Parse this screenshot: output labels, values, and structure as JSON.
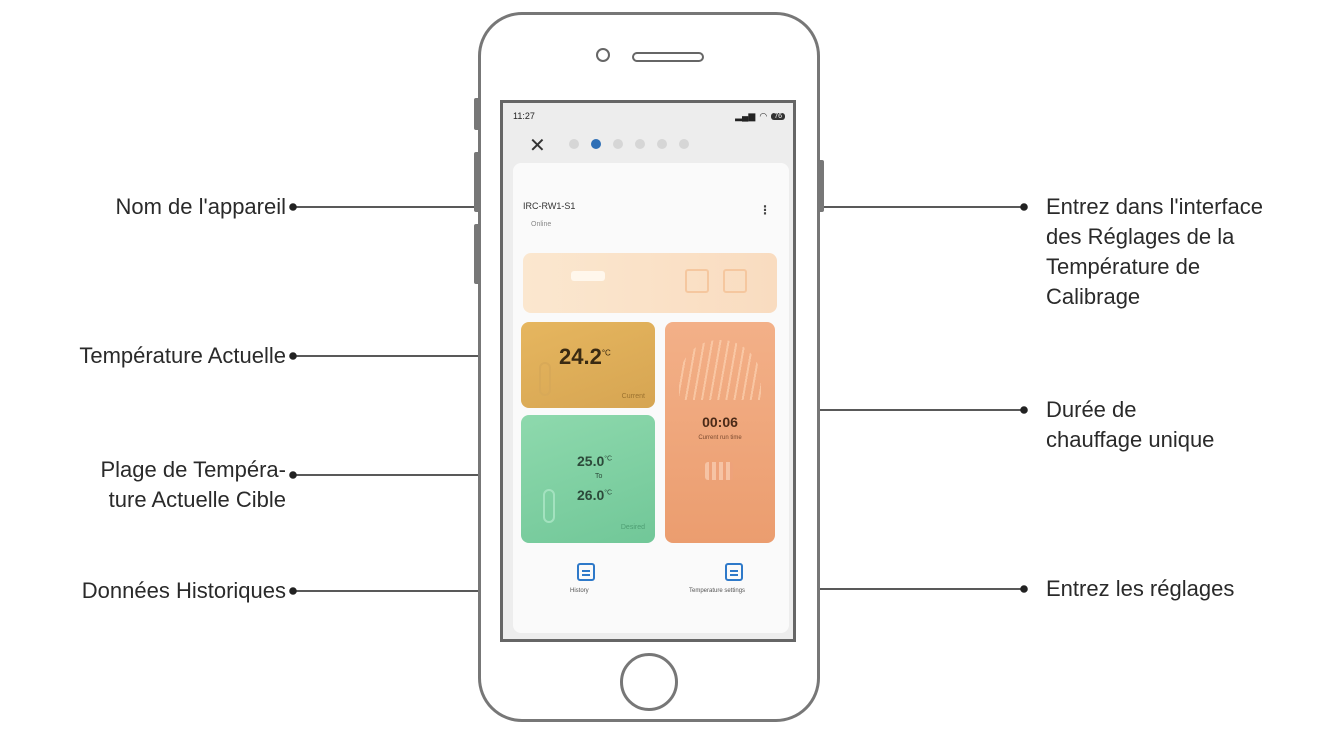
{
  "phone": {
    "status_time": "11:27",
    "battery": "76",
    "close_icon": "close-icon",
    "device_name": "IRC-RW1-S1",
    "device_status": "Online",
    "current_temp": "24.2",
    "current_unit": "°C",
    "current_label": "Current",
    "target_low": "25.0",
    "target_sep": "To",
    "target_high": "26.0",
    "target_unit": "°C",
    "target_label": "Desired",
    "run_time": "00:06",
    "run_time_label": "Current run time",
    "history_label": "History",
    "settings_label": "Temperature settings"
  },
  "callouts": {
    "device_name": "Nom de l'appareil",
    "current_temp": "Température Actuelle",
    "target_range_l1": "Plage de Tempéra-",
    "target_range_l2": "ture Actuelle Cible",
    "history": "Données Historiques",
    "calibration_l1": "Entrez dans l'interface",
    "calibration_l2": "des Réglages de la",
    "calibration_l3": "Température de",
    "calibration_l4": "Calibrage",
    "heating_l1": "Durée de",
    "heating_l2": "chauffage unique",
    "settings": "Entrez les réglages"
  },
  "colors": {
    "current_tile": "#dcae5a",
    "target_tile": "#7fcfa2",
    "time_tile": "#ef a57a",
    "accent": "#2e6fb6"
  }
}
